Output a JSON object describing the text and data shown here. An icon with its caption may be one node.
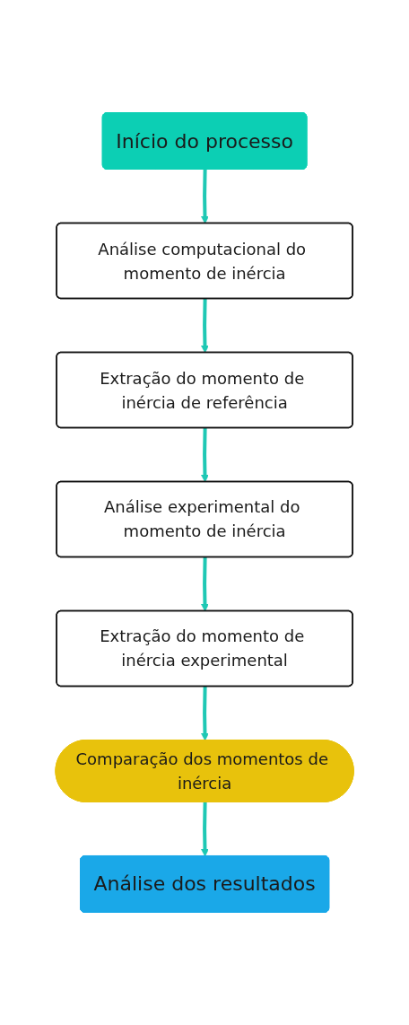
{
  "diagram": {
    "nodes": [
      {
        "text": [
          "Início do processo"
        ]
      },
      {
        "text": [
          "Análise computacional do momento de inércia"
        ]
      },
      {
        "text": [
          "Extração do momento de inércia de referência"
        ]
      },
      {
        "text": [
          "Análise experimental do momento de inércia"
        ]
      },
      {
        "text": [
          "Extração do momento de inércia experimental"
        ]
      },
      {
        "text": [
          "Comparação dos momentos de inércia"
        ]
      },
      {
        "text": [
          "Análise dos resultados"
        ]
      }
    ],
    "edges": [
      {
        "from": 0,
        "to": 1,
        "arrow": "to"
      },
      {
        "from": 1,
        "to": 2,
        "arrow": "to"
      },
      {
        "from": 2,
        "to": 3,
        "arrow": "to"
      },
      {
        "from": 3,
        "to": 4,
        "arrow": "to"
      },
      {
        "from": 4,
        "to": 5,
        "arrow": "to"
      },
      {
        "from": 5,
        "to": 6,
        "arrow": "to"
      }
    ]
  }
}
